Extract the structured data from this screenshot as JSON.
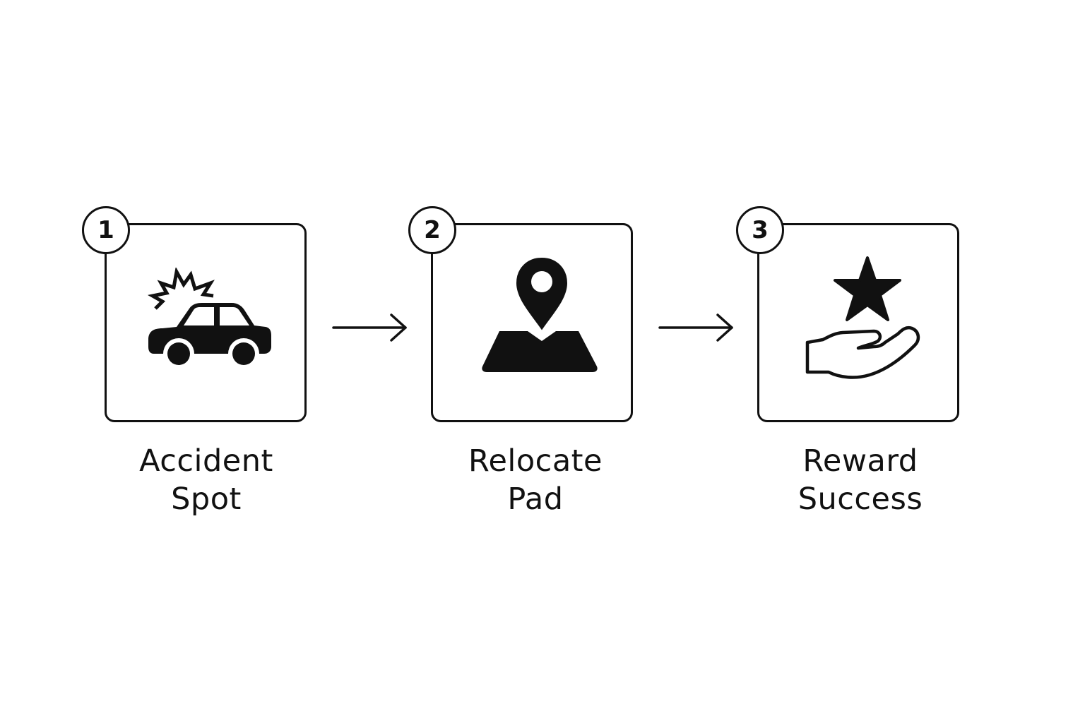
{
  "steps": [
    {
      "number": "1",
      "line1": "Accident",
      "line2": "Spot",
      "icon": "car-crash-icon"
    },
    {
      "number": "2",
      "line1": "Relocate",
      "line2": "Pad",
      "icon": "map-pin-icon"
    },
    {
      "number": "3",
      "line1": "Reward",
      "line2": "Success",
      "icon": "hand-star-icon"
    }
  ],
  "colors": {
    "stroke": "#111111",
    "background": "#ffffff"
  }
}
